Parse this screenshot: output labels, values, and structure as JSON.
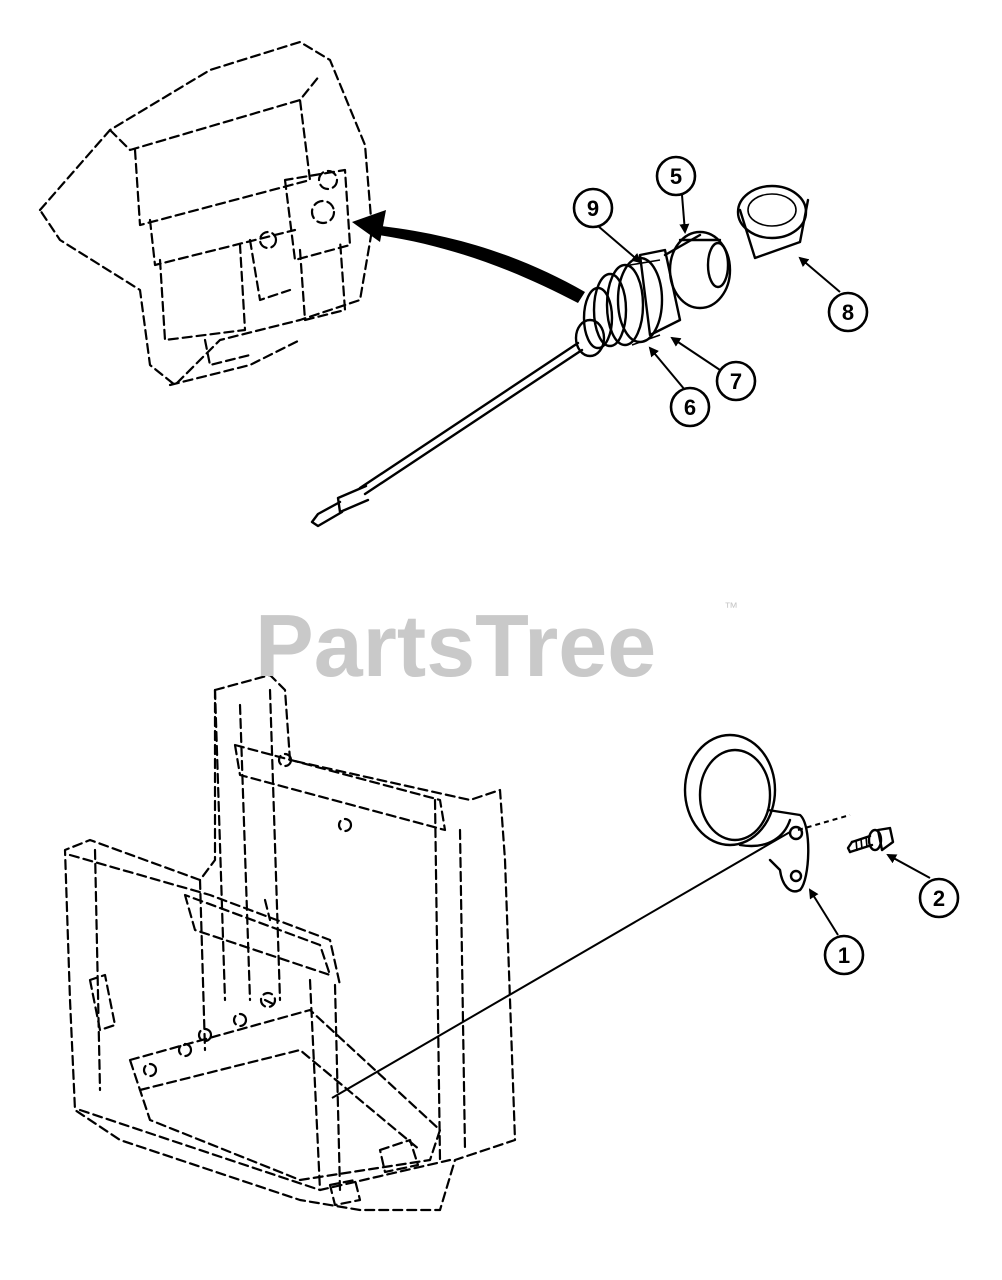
{
  "watermark": {
    "brand": "PartsTree",
    "trademark": "™"
  },
  "callouts": [
    {
      "id": "callout-1",
      "label": "1"
    },
    {
      "id": "callout-2",
      "label": "2"
    },
    {
      "id": "callout-5",
      "label": "5"
    },
    {
      "id": "callout-6",
      "label": "6"
    },
    {
      "id": "callout-7",
      "label": "7"
    },
    {
      "id": "callout-8",
      "label": "8"
    },
    {
      "id": "callout-9",
      "label": "9"
    }
  ]
}
